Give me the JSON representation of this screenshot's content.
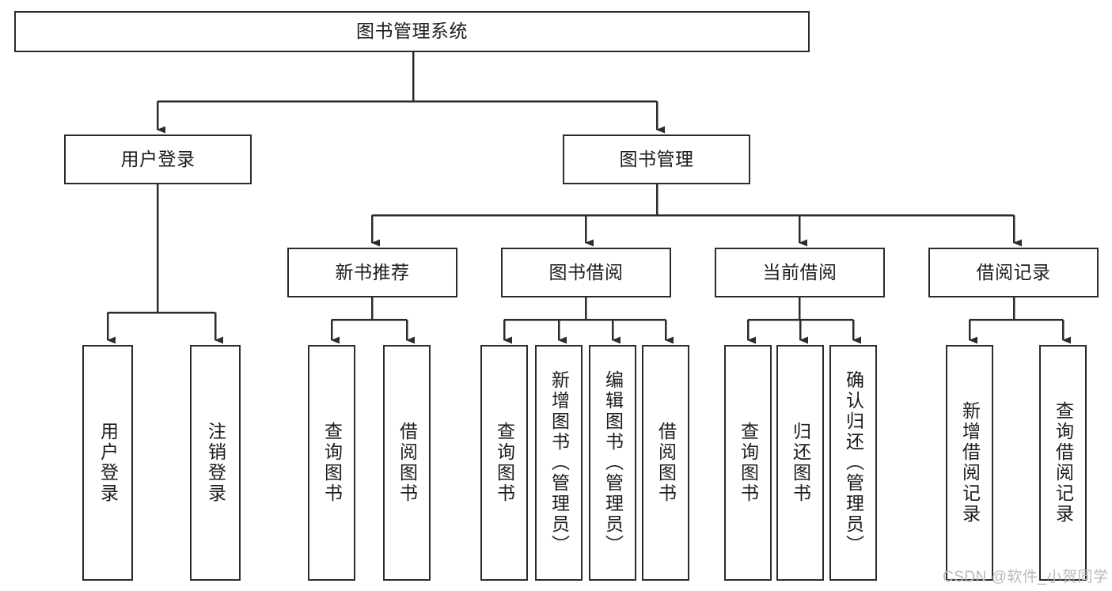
{
  "diagram": {
    "title": "图书管理系统",
    "type": "hierarchy-tree",
    "watermark": "CSDN @软件_小贺同学",
    "colors": {
      "stroke": "#2b2b2b",
      "text": "#1c1c1c",
      "background": "#ffffff",
      "watermark": "#b9b9b9"
    },
    "root": {
      "label": "图书管理系统"
    },
    "level1": [
      {
        "label": "用户登录"
      },
      {
        "label": "图书管理"
      }
    ],
    "level2": [
      {
        "label": "新书推荐"
      },
      {
        "label": "图书借阅"
      },
      {
        "label": "当前借阅"
      },
      {
        "label": "借阅记录"
      }
    ],
    "leaves": {
      "user_login": [
        {
          "label": "用户登录"
        },
        {
          "label": "注销登录"
        }
      ],
      "new_book_recommend": [
        {
          "label": "查询图书"
        },
        {
          "label": "借阅图书"
        }
      ],
      "book_borrow": [
        {
          "label": "查询图书"
        },
        {
          "label": "新增图书（管理员）"
        },
        {
          "label": "编辑图书（管理员）"
        },
        {
          "label": "借阅图书"
        }
      ],
      "current_borrow": [
        {
          "label": "查询图书"
        },
        {
          "label": "归还图书"
        },
        {
          "label": "确认归还（管理员）"
        }
      ],
      "borrow_record": [
        {
          "label": "新增借阅记录"
        },
        {
          "label": "查询借阅记录"
        }
      ]
    }
  }
}
